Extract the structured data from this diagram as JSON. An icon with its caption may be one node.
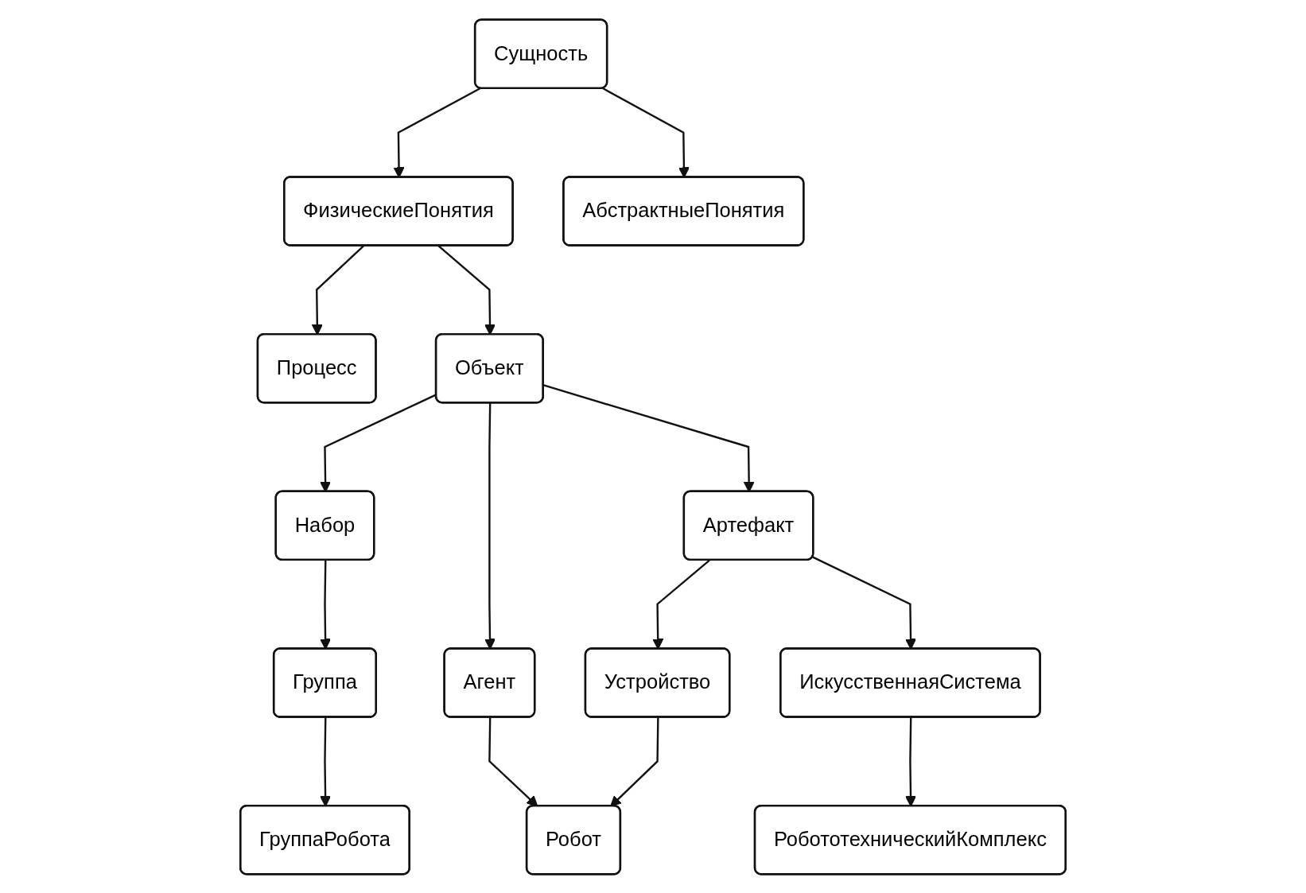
{
  "diagram": {
    "nodes": [
      {
        "text": [
          "Сущность"
        ]
      },
      {
        "text": [
          "ФизическиеПонятия"
        ]
      },
      {
        "text": [
          "АбстрактныеПонятия"
        ]
      },
      {
        "text": [
          "Процесс"
        ]
      },
      {
        "text": [
          "Объект"
        ]
      },
      {
        "text": [
          "Набор"
        ]
      },
      {
        "text": [
          "Агент"
        ]
      },
      {
        "text": [
          "Артефакт"
        ]
      },
      {
        "text": [
          "Группа"
        ]
      },
      {
        "text": [
          "Устройство"
        ]
      },
      {
        "text": [
          "ИскусственнаяСистема"
        ]
      },
      {
        "text": [
          "ГруппаРобота"
        ]
      },
      {
        "text": [
          "Робот"
        ]
      },
      {
        "text": [
          "РобототехническийКомплекс"
        ]
      }
    ],
    "edges": [
      {
        "from": 0,
        "to": 1,
        "arrow": "to"
      },
      {
        "from": 0,
        "to": 2,
        "arrow": "to"
      },
      {
        "from": 1,
        "to": 3,
        "arrow": "to"
      },
      {
        "from": 1,
        "to": 4,
        "arrow": "to"
      },
      {
        "from": 4,
        "to": 5,
        "arrow": "to"
      },
      {
        "from": 4,
        "to": 6,
        "arrow": "to"
      },
      {
        "from": 4,
        "to": 7,
        "arrow": "to"
      },
      {
        "from": 5,
        "to": 8,
        "arrow": "to"
      },
      {
        "from": 7,
        "to": 9,
        "arrow": "to"
      },
      {
        "from": 7,
        "to": 10,
        "arrow": "to"
      },
      {
        "from": 8,
        "to": 11,
        "arrow": "to"
      },
      {
        "from": 6,
        "to": 12,
        "arrow": "to"
      },
      {
        "from": 9,
        "to": 12,
        "arrow": "to"
      },
      {
        "from": 10,
        "to": 13,
        "arrow": "to"
      }
    ]
  }
}
